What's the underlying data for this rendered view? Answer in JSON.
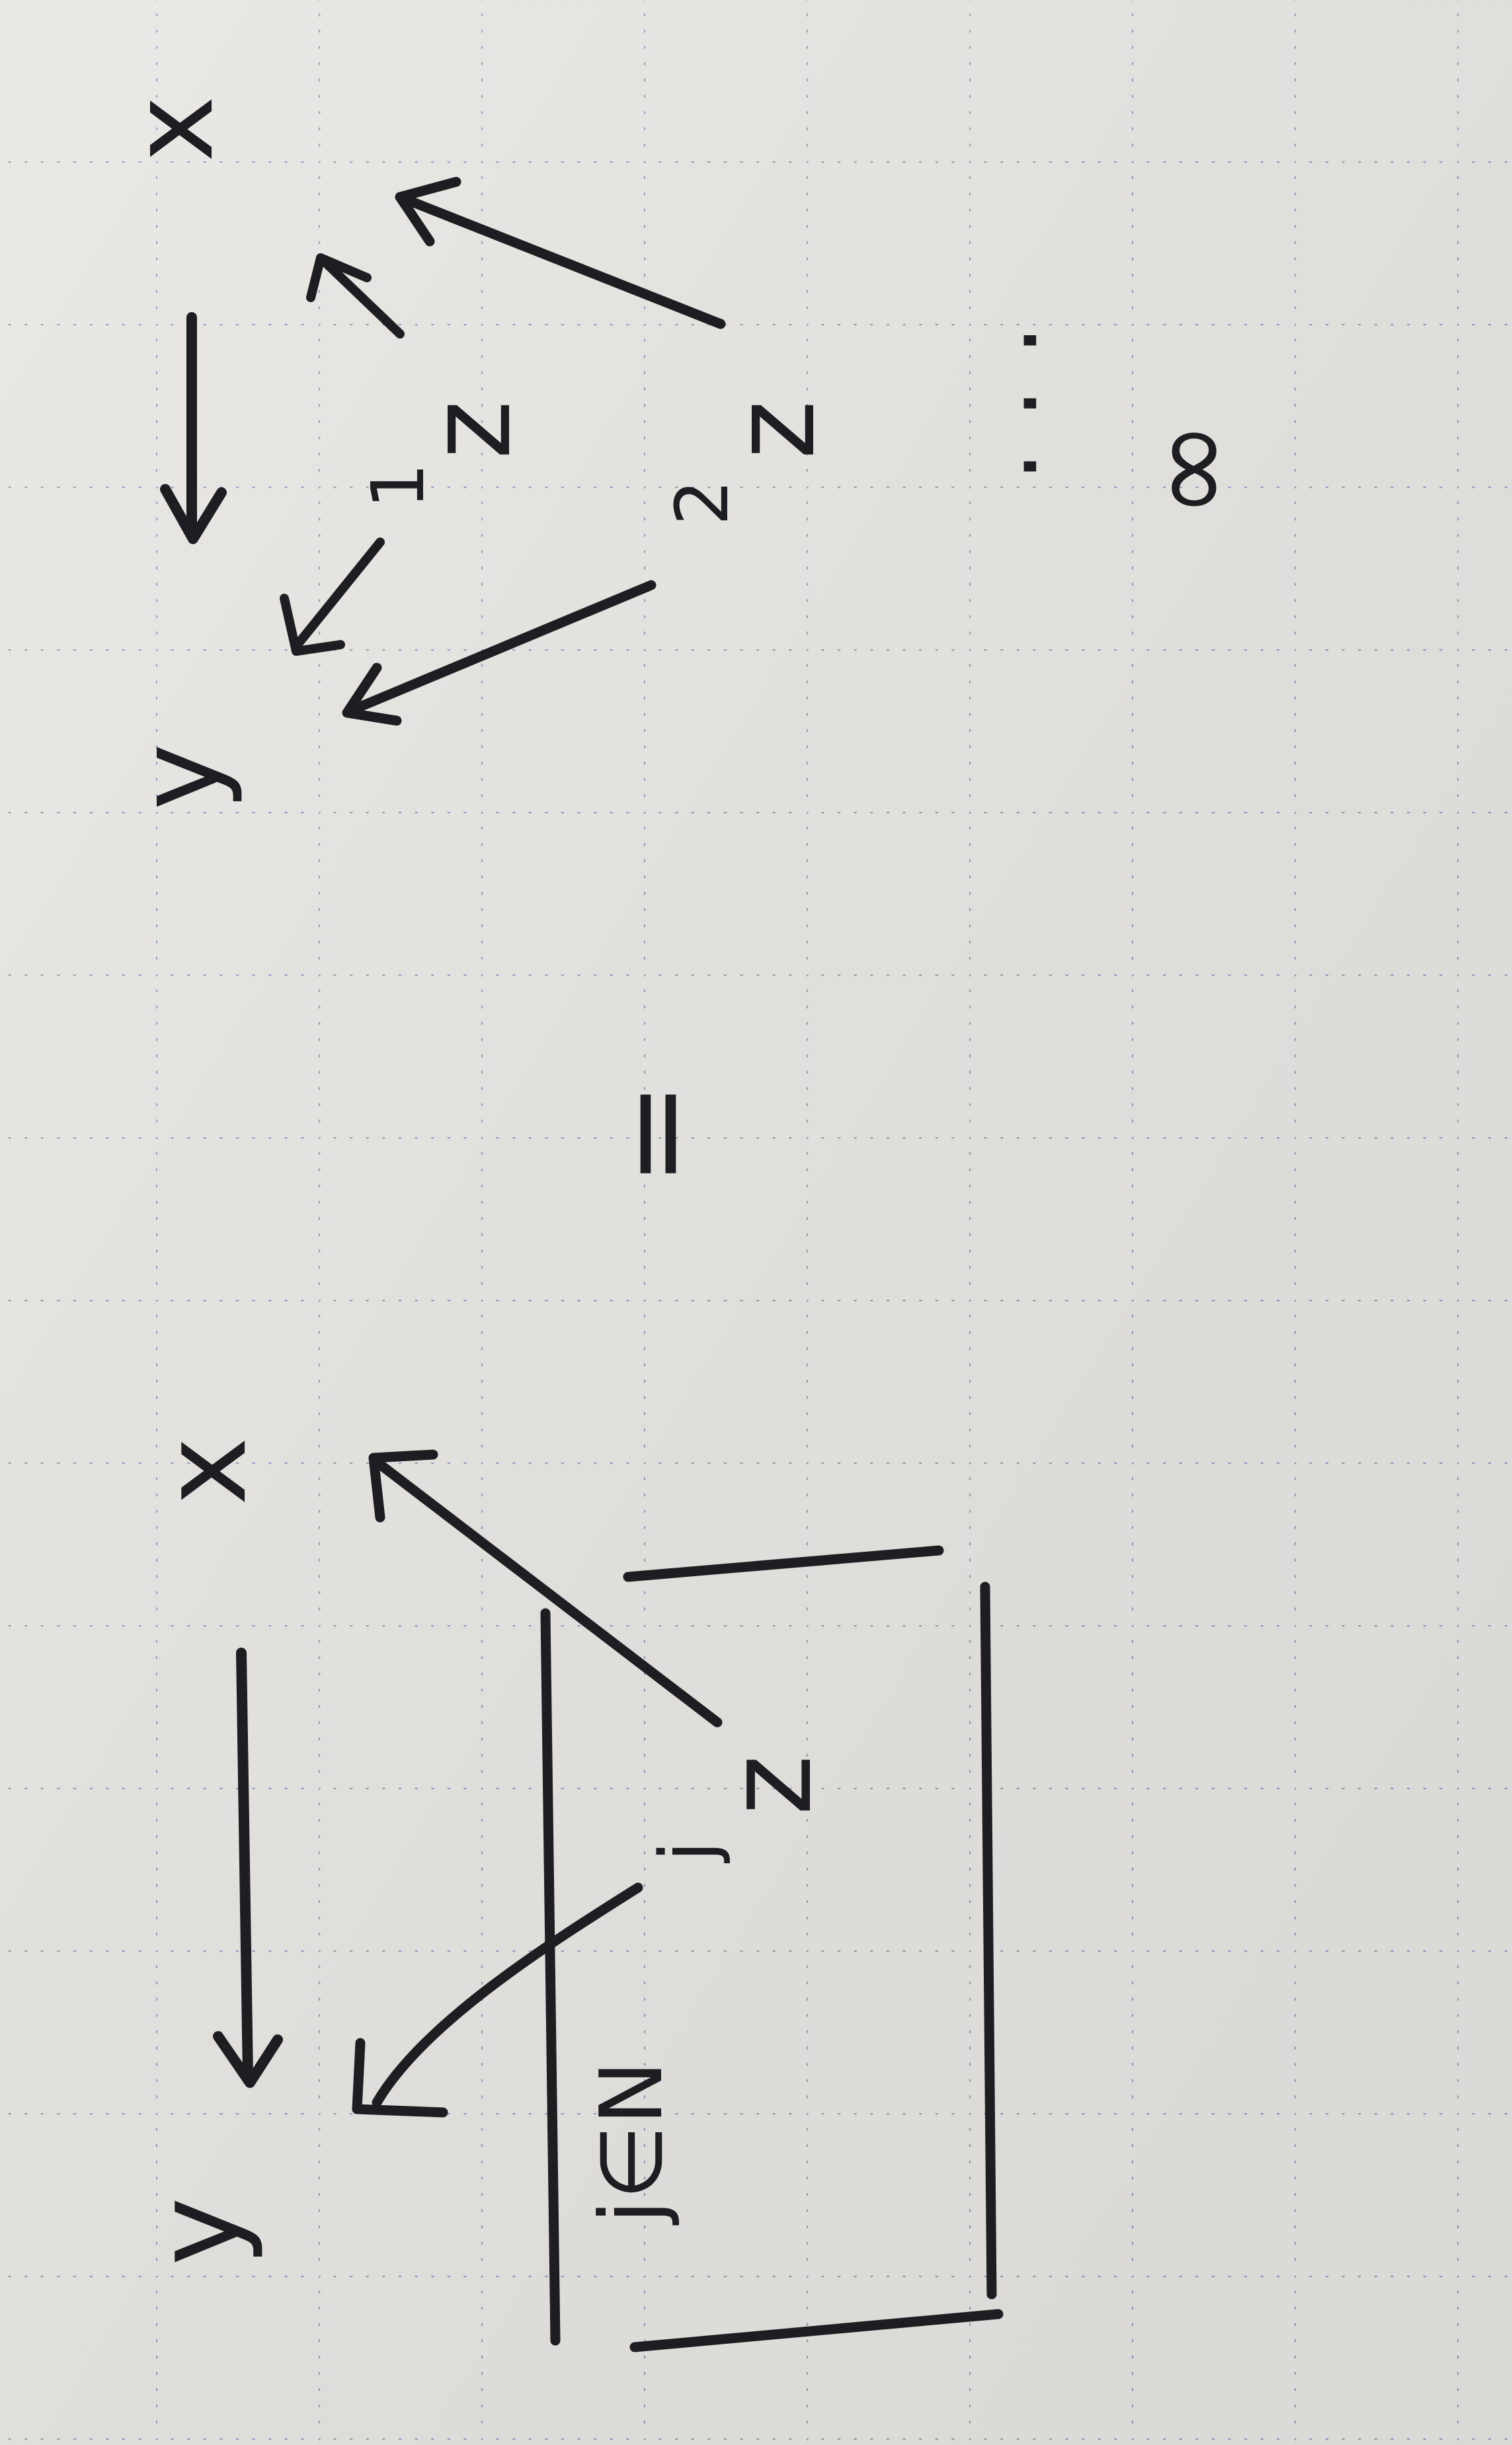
{
  "paper": {
    "background": "#e9e7e3",
    "grid_dot_color": "#4a5a9a",
    "ink_color": "#1e1e22"
  },
  "top_diagram": {
    "x_label": "x",
    "y_label": "y",
    "z1_label": "z",
    "z1_subscript": "1",
    "z2_label": "z",
    "z2_subscript": "2",
    "ellipsis": "· · ·",
    "infinity": "∞"
  },
  "equals_sign": "=",
  "bottom_diagram": {
    "x_label": "x",
    "y_label": "y",
    "zj_label": "z",
    "zj_subscript": "j",
    "plate_index": "j∈N"
  }
}
